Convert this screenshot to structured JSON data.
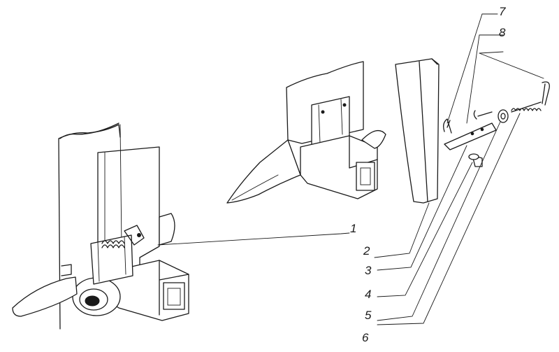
{
  "callouts": [
    {
      "id": "1",
      "label": "1"
    },
    {
      "id": "2",
      "label": "2"
    },
    {
      "id": "3",
      "label": "3"
    },
    {
      "id": "4",
      "label": "4"
    },
    {
      "id": "5",
      "label": "5"
    },
    {
      "id": "6",
      "label": "6"
    },
    {
      "id": "7",
      "label": "7"
    },
    {
      "id": "8",
      "label": "8"
    }
  ],
  "colors": {
    "line": "#1a1a1a",
    "background": "#ffffff"
  }
}
